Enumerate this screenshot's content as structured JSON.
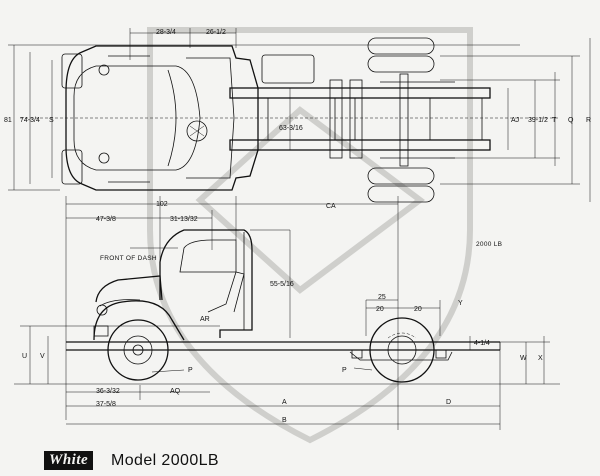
{
  "dimensions_top": {
    "d28_3_4": "28-3/4",
    "d26_1_2": "26-1/2",
    "d81": "81",
    "d74_3_4": "74-3/4",
    "s": "S",
    "d63_3_16": "63-3/16",
    "aj": "AJ",
    "d39_1_2": "39-1/2",
    "t": "T",
    "q": "Q",
    "r": "R"
  },
  "dimensions_side": {
    "d102": "102",
    "ca": "CA",
    "d47_3_8": "47-3/8",
    "d31_13_32": "31-13/32",
    "d55_5_16": "55-5/16",
    "d25": "25",
    "d20a": "20",
    "d20b": "20",
    "y": "Y",
    "d4_1_4": "4-1/4",
    "ar": "AR",
    "u": "U",
    "v": "V",
    "w": "W",
    "x": "X",
    "p1": "P",
    "p2": "P",
    "d36_3_32": "36-3/32",
    "aq": "AQ",
    "d37_5_8": "37-5/8",
    "a": "A",
    "d": "D",
    "b": "B"
  },
  "labels": {
    "front_of_dash": "FRONT OF DASH",
    "series": "2000 LB"
  },
  "footer": {
    "brand": "White",
    "model": "Model 2000LB"
  }
}
